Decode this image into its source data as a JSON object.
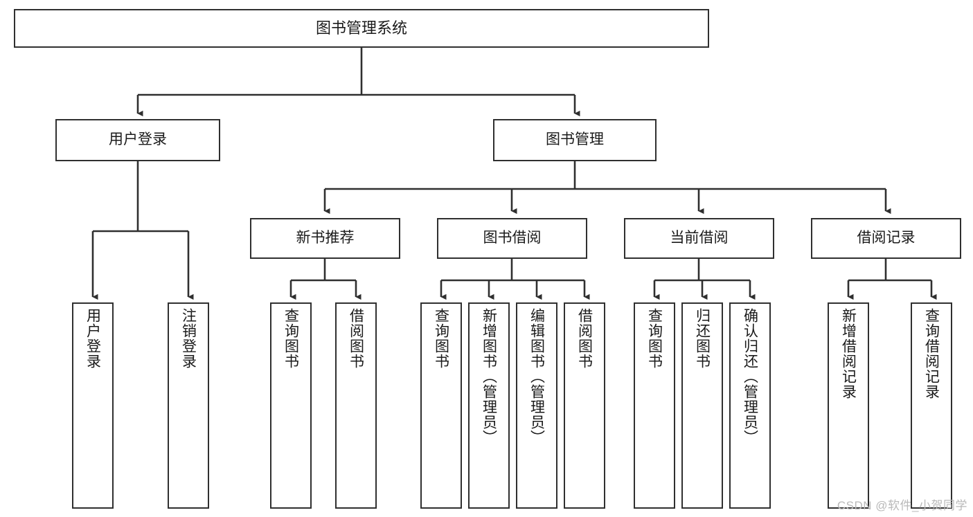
{
  "diagram": {
    "title": "图书管理系统",
    "watermark": "CSDN @软件_小贺同学",
    "accent_color": "#2f2f2f",
    "background_color": "#ffffff",
    "levels": {
      "level1": [
        "图书管理系统"
      ],
      "level2": [
        "用户登录",
        "图书管理"
      ],
      "level3": [
        "新书推荐",
        "图书借阅",
        "当前借阅",
        "借阅记录"
      ]
    },
    "nodes": {
      "root": {
        "label": "图书管理系统"
      },
      "user_login": {
        "label": "用户登录"
      },
      "book_manage": {
        "label": "图书管理"
      },
      "new_book_rec": {
        "label": "新书推荐"
      },
      "book_borrow": {
        "label": "图书借阅"
      },
      "current_borrow": {
        "label": "当前借阅"
      },
      "borrow_record": {
        "label": "借阅记录"
      },
      "leaf_user_login": {
        "label": "用户登录"
      },
      "leaf_logout": {
        "label": "注销登录"
      },
      "leaf_query_book_1": {
        "label": "查询图书"
      },
      "leaf_borrow_book_1": {
        "label": "借阅图书"
      },
      "leaf_query_book_2": {
        "label": "查询图书"
      },
      "leaf_add_book": {
        "label": "新增图书（管理员）"
      },
      "leaf_edit_book": {
        "label": "编辑图书（管理员）"
      },
      "leaf_borrow_book_2": {
        "label": "借阅图书"
      },
      "leaf_query_book_3": {
        "label": "查询图书"
      },
      "leaf_return_book": {
        "label": "归还图书"
      },
      "leaf_confirm_return": {
        "label": "确认归还（管理员）"
      },
      "leaf_add_record": {
        "label": "新增借阅记录"
      },
      "leaf_query_record": {
        "label": "查询借阅记录"
      }
    }
  },
  "chart_data": {
    "type": "tree-diagram",
    "title": "图书管理系统",
    "root": "图书管理系统",
    "edges": [
      [
        "图书管理系统",
        "用户登录"
      ],
      [
        "图书管理系统",
        "图书管理"
      ],
      [
        "用户登录",
        "用户登录"
      ],
      [
        "用户登录",
        "注销登录"
      ],
      [
        "图书管理",
        "新书推荐"
      ],
      [
        "图书管理",
        "图书借阅"
      ],
      [
        "图书管理",
        "当前借阅"
      ],
      [
        "图书管理",
        "借阅记录"
      ],
      [
        "新书推荐",
        "查询图书"
      ],
      [
        "新书推荐",
        "借阅图书"
      ],
      [
        "图书借阅",
        "查询图书"
      ],
      [
        "图书借阅",
        "新增图书（管理员）"
      ],
      [
        "图书借阅",
        "编辑图书（管理员）"
      ],
      [
        "图书借阅",
        "借阅图书"
      ],
      [
        "当前借阅",
        "查询图书"
      ],
      [
        "当前借阅",
        "归还图书"
      ],
      [
        "当前借阅",
        "确认归还（管理员）"
      ],
      [
        "借阅记录",
        "新增借阅记录"
      ],
      [
        "借阅记录",
        "查询借阅记录"
      ]
    ]
  }
}
